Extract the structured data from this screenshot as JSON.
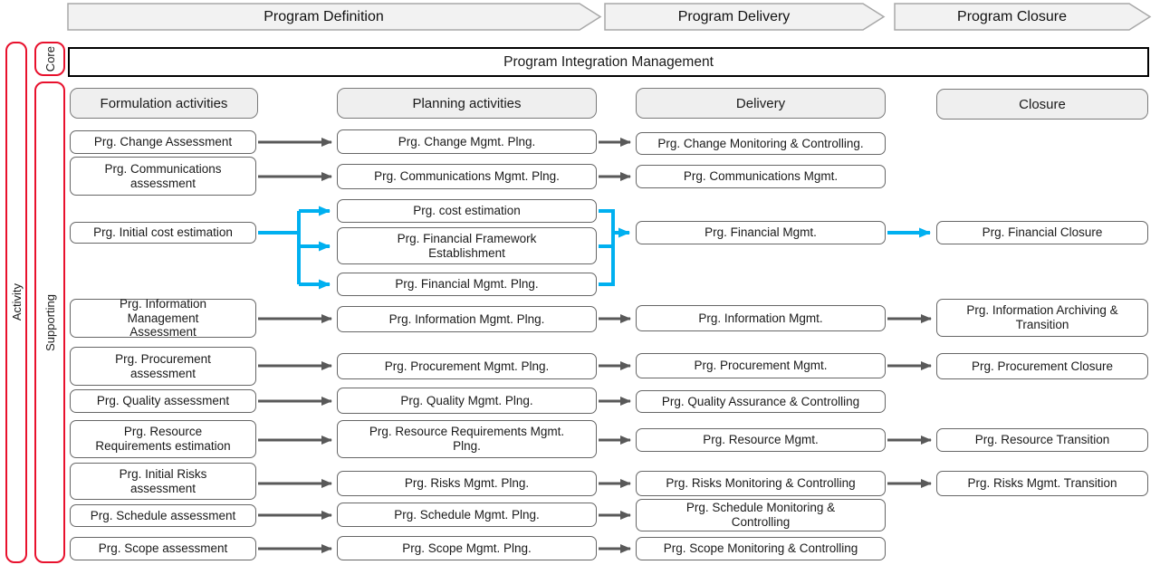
{
  "phases": [
    {
      "label": "Program Definition"
    },
    {
      "label": "Program Delivery"
    },
    {
      "label": "Program Closure"
    }
  ],
  "left_rail": {
    "activity": "Activity",
    "core": "Core",
    "supporting": "Supporting"
  },
  "integration": {
    "label": "Program Integration Management"
  },
  "columns": [
    {
      "label": "Formulation activities"
    },
    {
      "label": "Planning activities"
    },
    {
      "label": "Delivery"
    },
    {
      "label": "Closure"
    }
  ],
  "rows": [
    {
      "id": "change",
      "formulation": "Prg. Change Assessment",
      "planning": "Prg. Change Mgmt. Plng.",
      "delivery": "Prg. Change Monitoring & Controlling."
    },
    {
      "id": "communications",
      "formulation": "Prg. Communications assessment",
      "planning": "Prg. Communications Mgmt. Plng.",
      "delivery": "Prg. Communications Mgmt."
    },
    {
      "id": "financial",
      "formulation": "Prg. Initial cost estimation",
      "planning_boxes": [
        "Prg. cost estimation",
        "Prg. Financial Framework Establishment",
        "Prg. Financial Mgmt. Plng."
      ],
      "delivery": "Prg. Financial Mgmt.",
      "closure": "Prg. Financial Closure",
      "highlighted": true
    },
    {
      "id": "information",
      "formulation": "Prg. Information Management Assessment",
      "planning": "Prg. Information Mgmt. Plng.",
      "delivery": "Prg. Information Mgmt.",
      "closure": "Prg. Information Archiving & Transition"
    },
    {
      "id": "procurement",
      "formulation": "Prg. Procurement assessment",
      "planning": "Prg. Procurement Mgmt. Plng.",
      "delivery": "Prg. Procurement Mgmt.",
      "closure": "Prg. Procurement Closure"
    },
    {
      "id": "quality",
      "formulation": "Prg. Quality assessment",
      "planning": "Prg. Quality Mgmt. Plng.",
      "delivery": "Prg. Quality Assurance & Controlling"
    },
    {
      "id": "resource",
      "formulation": "Prg. Resource Requirements estimation",
      "planning": "Prg. Resource Requirements Mgmt. Plng.",
      "delivery": "Prg. Resource Mgmt.",
      "closure": "Prg. Resource Transition"
    },
    {
      "id": "risks",
      "formulation": "Prg. Initial Risks assessment",
      "planning": "Prg. Risks Mgmt. Plng.",
      "delivery": "Prg. Risks Monitoring & Controlling",
      "closure": "Prg. Risks Mgmt. Transition"
    },
    {
      "id": "schedule",
      "formulation": "Prg. Schedule assessment",
      "planning": "Prg. Schedule Mgmt. Plng.",
      "delivery": "Prg. Schedule Monitoring & Controlling"
    },
    {
      "id": "scope",
      "formulation": "Prg. Scope assessment",
      "planning": "Prg. Scope Mgmt. Plng.",
      "delivery": "Prg. Scope Monitoring & Controlling"
    }
  ],
  "colors": {
    "highlight_cyan": "#00b0f0",
    "connector_gray": "#595959",
    "rail_red": "#e8112d",
    "phase_fill": "#f2f2f2",
    "header_fill": "#efefef"
  }
}
